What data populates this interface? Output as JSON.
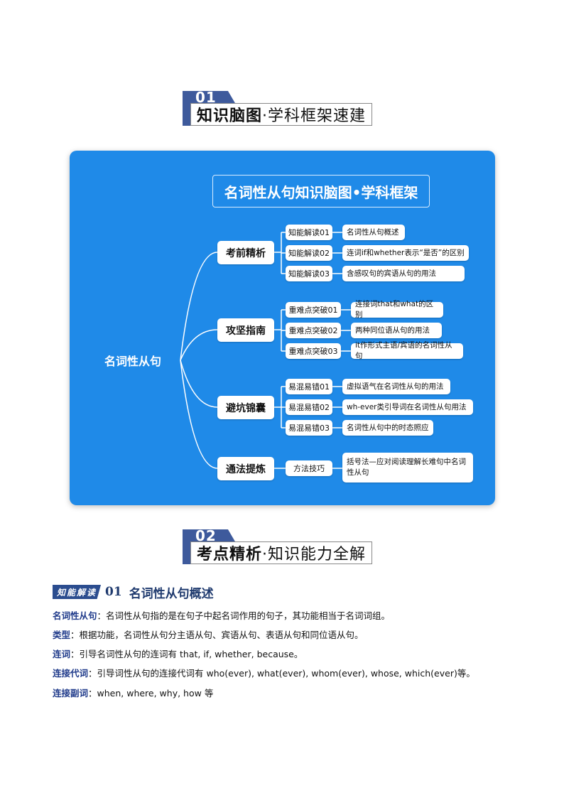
{
  "section1": {
    "num": "01",
    "title_strong": "知识脑图",
    "title_light": "·学科框架速建"
  },
  "mindmap": {
    "title": "名词性从句知识脑图•学科框架",
    "root": "名词性从句",
    "branches": [
      {
        "label": "考前精析",
        "items": [
          {
            "tag": "知能解读01",
            "text": "名词性从句概述"
          },
          {
            "tag": "知能解读02",
            "text": "连词if和whether表示“是否”的区别"
          },
          {
            "tag": "知能解读03",
            "text": "含感叹句的宾语从句的用法"
          }
        ]
      },
      {
        "label": "攻坚指南",
        "items": [
          {
            "tag": "重难点突破01",
            "text": "连接词that和what的区别"
          },
          {
            "tag": "重难点突破02",
            "text": "两种同位语从句的用法"
          },
          {
            "tag": "重难点突破03",
            "text": "it作形式主语/宾语的名词性从句"
          }
        ]
      },
      {
        "label": "避坑锦囊",
        "items": [
          {
            "tag": "易混易错01",
            "text": "虚拟语气在名词性从句的用法"
          },
          {
            "tag": "易混易错02",
            "text": "wh-ever类引导词在名词性从句用法"
          },
          {
            "tag": "易混易错03",
            "text": "名词性从句中的时态照应"
          }
        ]
      },
      {
        "label": "通法提炼",
        "items": [
          {
            "tag": "方法技巧",
            "text": "括号法—应对阅读理解长难句中名词性从句"
          }
        ]
      }
    ]
  },
  "section2": {
    "num": "02",
    "title_strong": "考点精析",
    "title_light": "·知识能力全解"
  },
  "knowledge": {
    "badge": "知能解读",
    "num": "01",
    "title": "名词性从句概述"
  },
  "paragraphs": [
    {
      "label": "名词性从句",
      "text": "：名词性从句指的是在句子中起名词作用的句子，其功能相当于名词词组。"
    },
    {
      "label": "类型",
      "text": "：根据功能，名词性从句分主语从句、宾语从句、表语从句和同位语从句。"
    },
    {
      "label": "连词",
      "text": "：引导名词性从句的连词有 that, if, whether, because。"
    },
    {
      "label": "连接代词",
      "text": "：引导词性从句的连接代词有 who(ever), what(ever), whom(ever), whose, which(ever)等。"
    },
    {
      "label": "连接副词",
      "text": "：when, where, why, how 等"
    }
  ],
  "colors": {
    "panel": "#1f8ae8",
    "header_accent": "#3e5a9c",
    "label_blue": "#1f3a8a"
  }
}
